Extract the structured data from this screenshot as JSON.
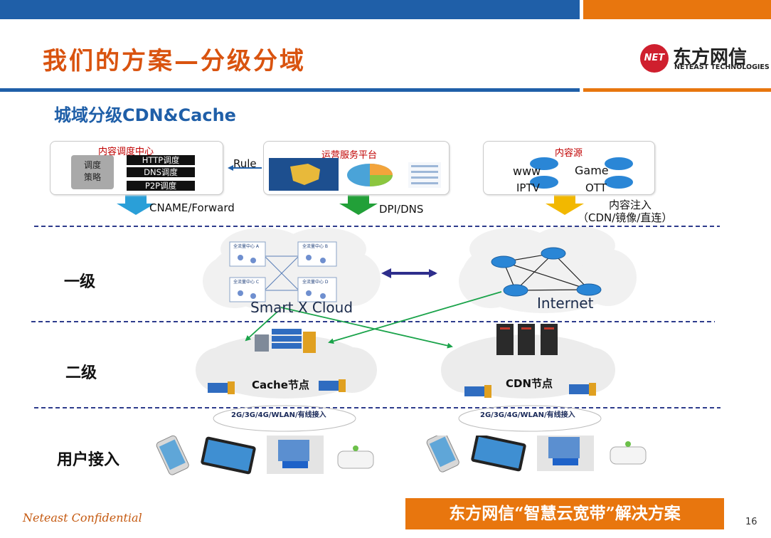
{
  "header": {
    "title": "我们的方案—分级分域",
    "logo_cn": "东方网信",
    "logo_en": "NETEAST TECHNOLOGIES",
    "logo_mark": "NET"
  },
  "subtitle": "城域分级CDN&Cache",
  "panels": {
    "scheduling": {
      "title": "内容调度中心",
      "strategy": "调度\n策略",
      "items": [
        "HTTP调度",
        "DNS调度",
        "P2P调度"
      ]
    },
    "operations": {
      "title": "运营服务平台"
    },
    "content_source": {
      "title": "内容源",
      "items": [
        "www",
        "Game",
        "IPTV",
        "OTT"
      ]
    }
  },
  "arrows": {
    "rule": "Rule",
    "cname": "CNAME/Forward",
    "dpi": "DPI/DNS",
    "inject_line1": "内容注入",
    "inject_line2": "（CDN/镜像/直连）"
  },
  "tiers": {
    "level1": "一级",
    "level2": "二级",
    "user": "用户接入"
  },
  "clouds": {
    "smart": "Smart X Cloud",
    "internet": "Internet",
    "cache_node": "Cache节点",
    "cdn_node": "CDN节点",
    "access_left": "2G/3G/4G/WLAN/有线接入",
    "access_right": "2G/3G/4G/WLAN/有线接入"
  },
  "smart_cloud_nodes": [
    "全流量中心 A",
    "全流量中心 B",
    "全流量中心 C",
    "全流量中心 D"
  ],
  "colors": {
    "blue": "#1f5fa8",
    "orange": "#e8760e",
    "title_orange": "#d9530f",
    "red_label": "#c00000",
    "link_green": "#1aa34a",
    "dash_navy": "#2e3c8c"
  },
  "footer": {
    "confidential": "Neteast Confidential",
    "banner": "东方网信“智慧云宽带”解决方案",
    "page": "16"
  }
}
